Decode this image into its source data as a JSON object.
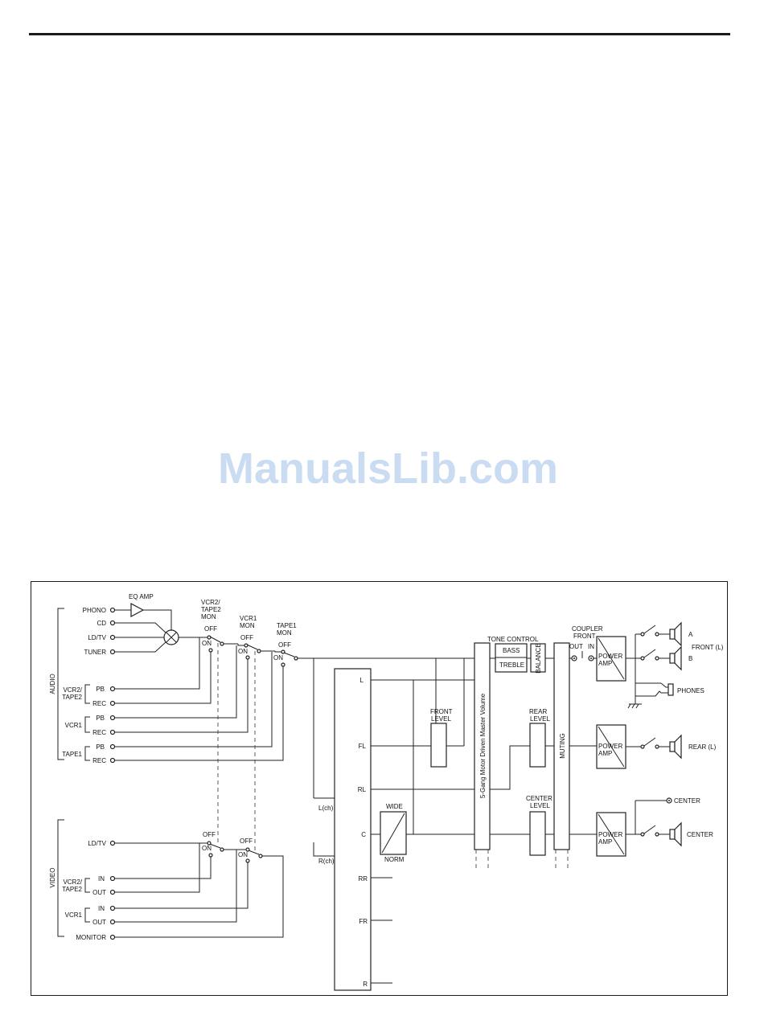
{
  "watermark": "ManualsLib.com",
  "labels": {
    "eq_amp": "EQ AMP",
    "phono": "PHONO",
    "cd": "CD",
    "ldtv": "LD/TV",
    "tuner": "TUNER",
    "vcr2_sw": "VCR2/",
    "tape2_sw": "TAPE2",
    "mon": "MON",
    "vcr1_sw": "VCR1",
    "tape1_sw": "TAPE1",
    "off": "OFF",
    "on": "ON",
    "audio": "AUDIO",
    "video": "VIDEO",
    "vcr2_g": "VCR2/",
    "tape2_g": "TAPE2",
    "vcr1_g": "VCR1",
    "tape1_g": "TAPE1",
    "pb": "PB",
    "rec": "REC",
    "in": "IN",
    "out": "OUT",
    "monitor": "MONITOR",
    "lch": "L(ch)",
    "rch": "R(ch)",
    "ch_l": "L",
    "ch_fl": "FL",
    "ch_rl": "RL",
    "ch_c": "C",
    "ch_rr": "RR",
    "ch_fr": "FR",
    "ch_r": "R",
    "wide": "WIDE",
    "norm": "NORM",
    "front": "FRONT",
    "rear": "REAR",
    "center": "CENTER",
    "level": "LEVEL",
    "master_volume": "5-Gang Motor Driven Master Volume",
    "tone_control": "TONE CONTROL",
    "bass": "BASS",
    "treble": "TREBLE",
    "balance": "BALANCE",
    "muting": "MUTING",
    "coupler": "COUPLER",
    "coupler_front": "FRONT",
    "out_jack": "OUT",
    "in_jack": "IN",
    "power": "POWER",
    "amp": "AMP",
    "spk_a": "A",
    "spk_b": "B",
    "front_l": "FRONT (L)",
    "phones": "PHONES",
    "rear_l": "REAR (L)",
    "center_out": "CENTER",
    "center_spk": "CENTER"
  }
}
